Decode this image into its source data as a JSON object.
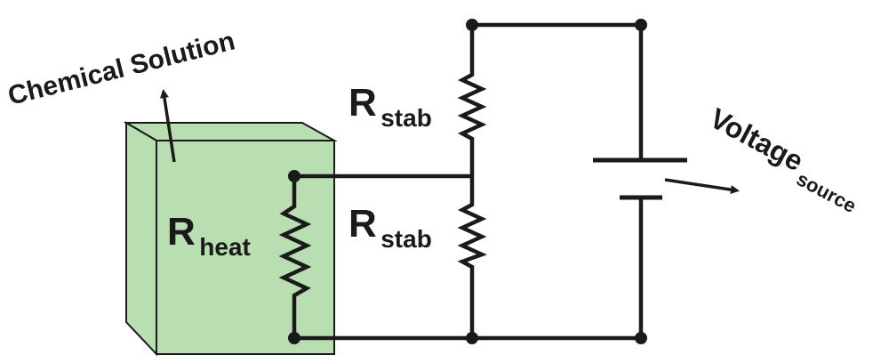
{
  "labels": {
    "chemical_solution": "Chemical Solution",
    "r_heat_main": "R",
    "r_heat_sub": "heat",
    "r_stab_top_main": "R",
    "r_stab_top_sub": "stab",
    "r_stab_bottom_main": "R",
    "r_stab_bottom_sub": "stab",
    "voltage_main": "Voltage",
    "voltage_sub": "source"
  },
  "colors": {
    "container_fill": "#b9deb2",
    "container_stroke": "#1a1a1a",
    "wire": "#1a1a1a"
  },
  "icons": {
    "container": "chemical-container-icon",
    "resistor": "resistor-icon",
    "battery": "battery-icon",
    "node": "junction-dot-icon",
    "arrow": "pointer-arrow-icon"
  }
}
